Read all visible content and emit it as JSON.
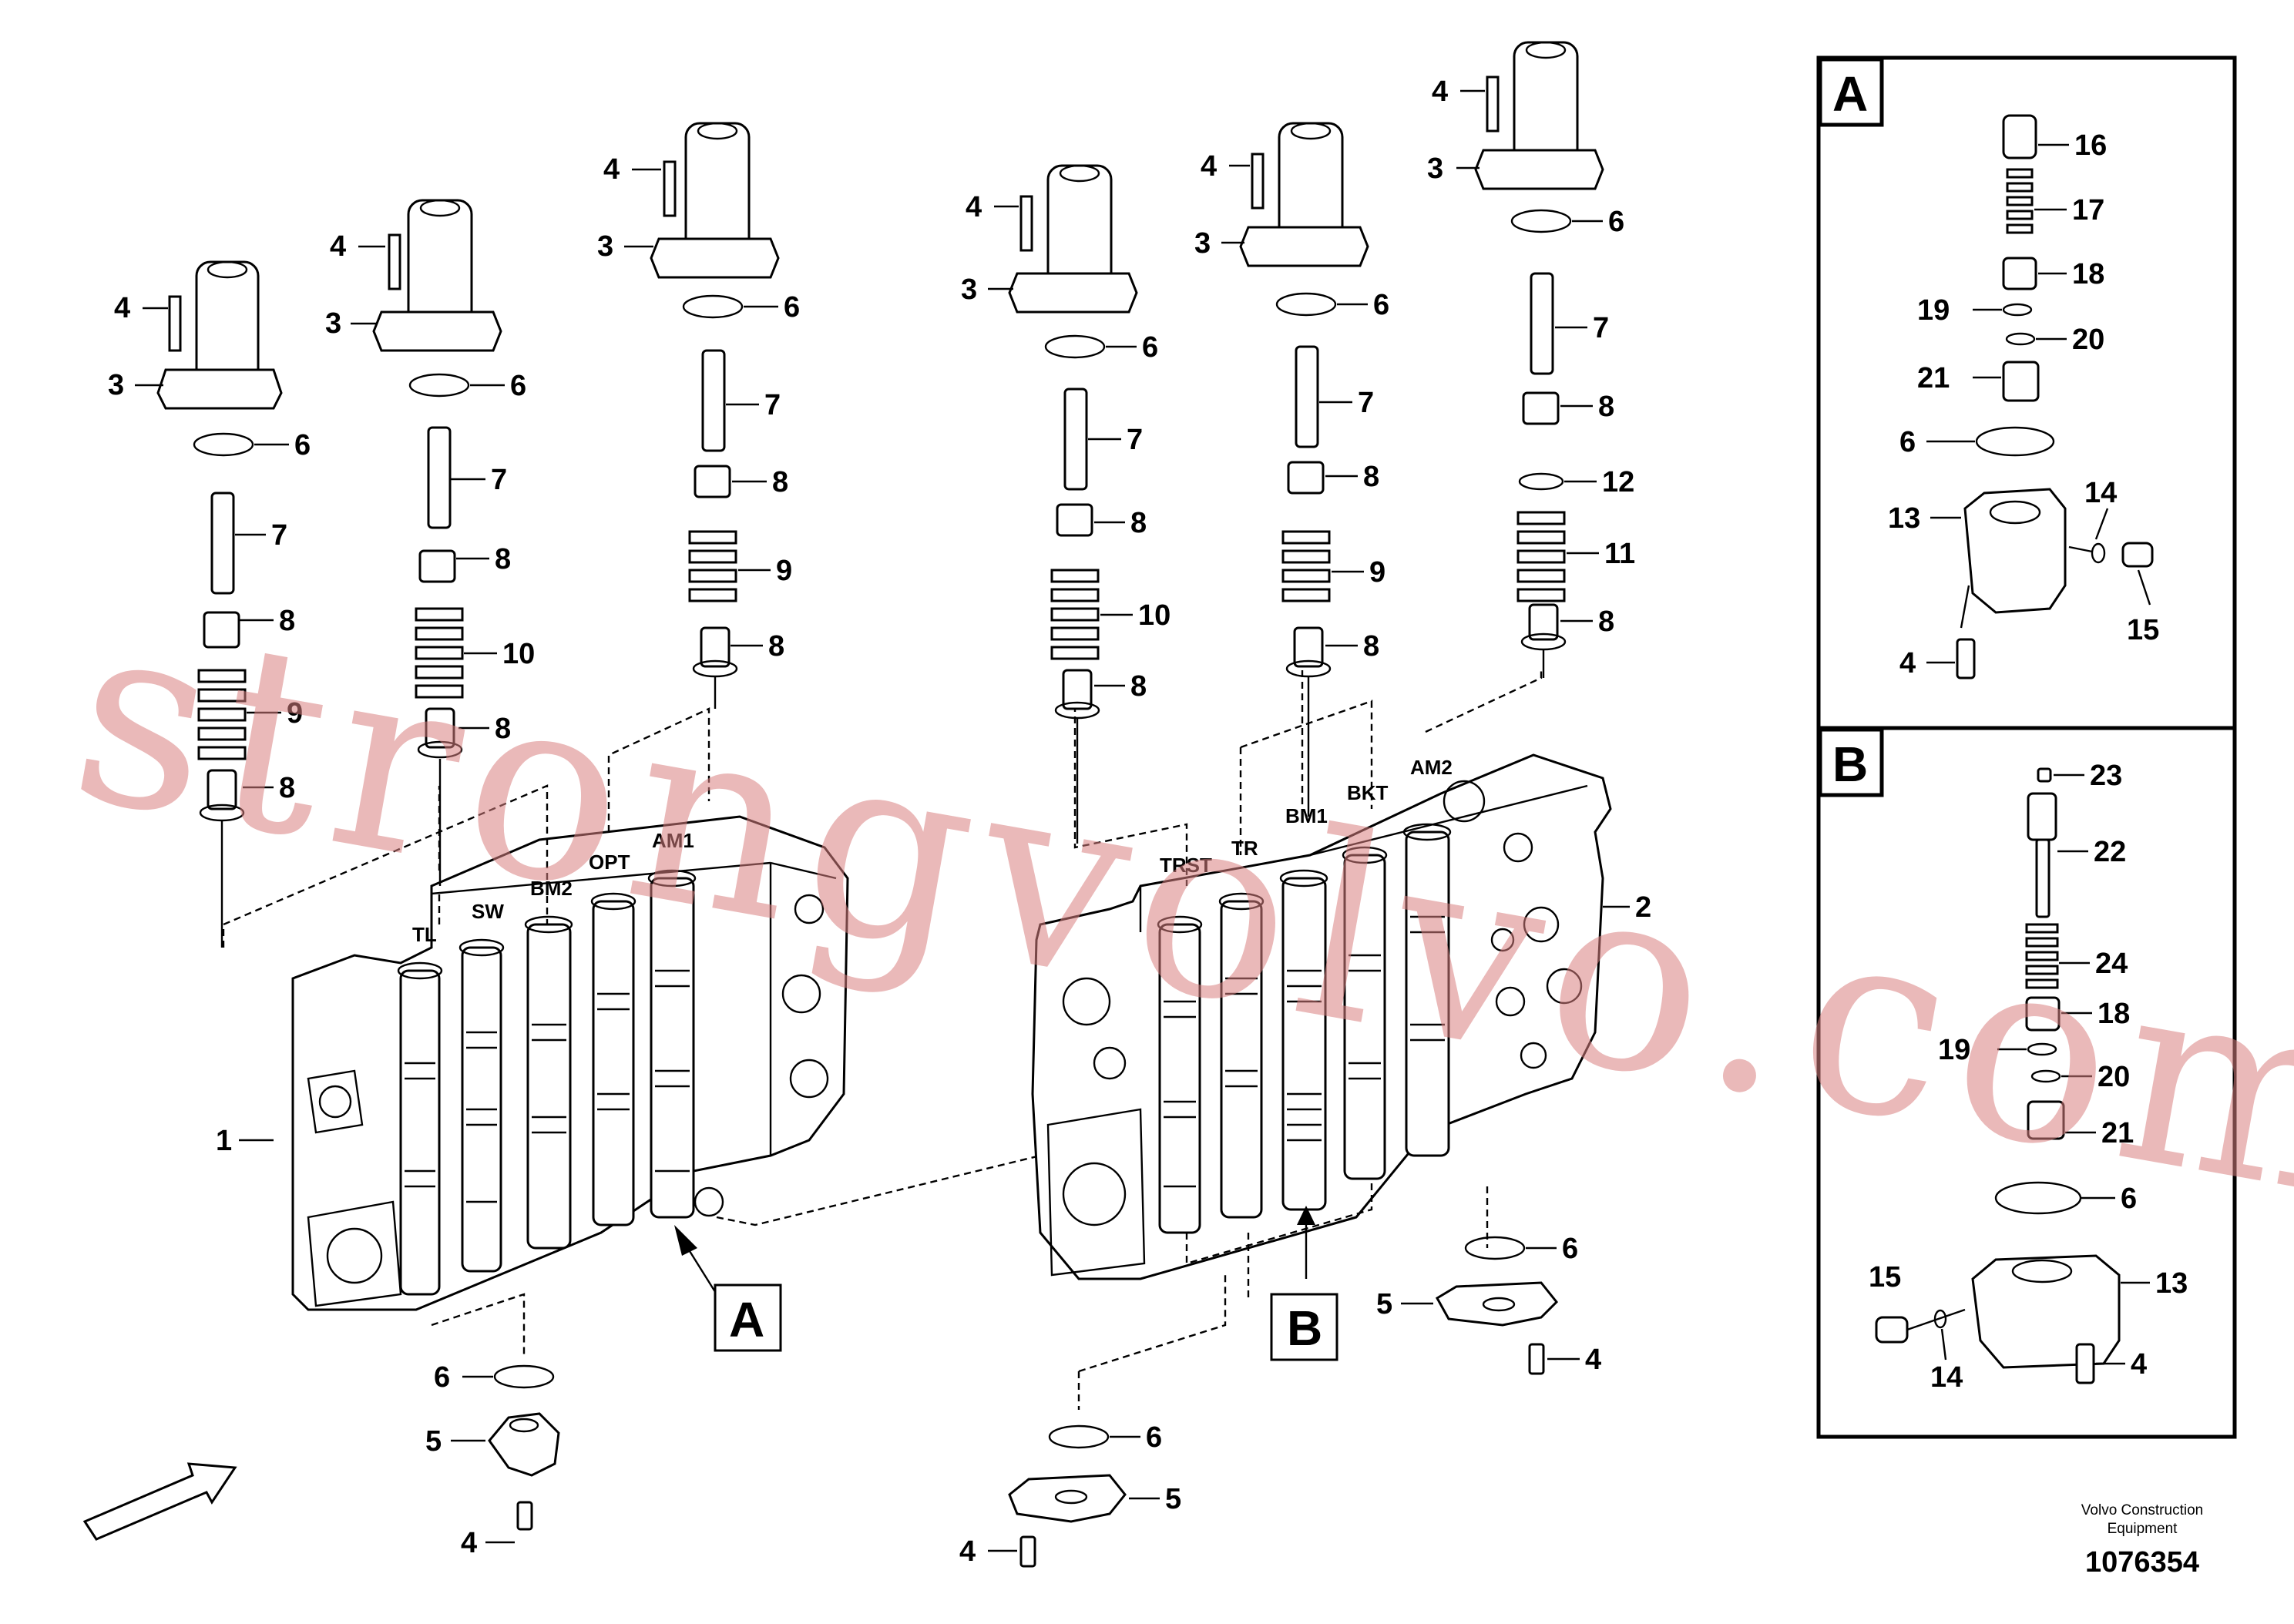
{
  "left_solenoids": [
    {
      "leader_label": "4",
      "flange_label": "3",
      "oring_label": "6",
      "spool_label": "7",
      "seat_label": "8",
      "spring_label": "9",
      "base_label": "8"
    },
    {
      "leader_label": "4",
      "flange_label": "3",
      "oring_label": "6",
      "spool_label": "7",
      "seat_label": "8",
      "spring_label": "10",
      "base_label": "8"
    },
    {
      "leader_label": "4",
      "flange_label": "3",
      "oring_label": "6",
      "spool_label": "7",
      "seat_label": "8",
      "spring_label": "9",
      "base_label": "8"
    }
  ],
  "right_solenoids": [
    {
      "leader_label": "4",
      "flange_label": "3",
      "oring_label": "6",
      "spool_label": "7",
      "seat_label": "8",
      "spring_label": "10",
      "base_label": "8"
    },
    {
      "leader_label": "4",
      "flange_label": "3",
      "oring_label": "6",
      "spool_label": "7",
      "seat_label": "8",
      "spring_label": "9",
      "base_label": "8"
    },
    {
      "leader_label": "4",
      "flange_label": "3",
      "oring_label": "6",
      "spool_label": "7",
      "seat_label": "8",
      "spring_label": "11",
      "washer_label": "12",
      "base_label": "8"
    }
  ],
  "left_block": {
    "label": "1",
    "spool_tags": [
      "TL",
      "SW",
      "BM2",
      "OPT",
      "AM1"
    ],
    "detail_ref": "A",
    "bottom_cover": {
      "oring": "6",
      "cover": "5",
      "screw": "4"
    }
  },
  "right_block": {
    "label": "2",
    "spool_tags": [
      "TRST",
      "TR",
      "BM1",
      "BKT",
      "AM2"
    ],
    "detail_ref": "B",
    "bottom_cover_right": {
      "oring": "6",
      "cover": "5",
      "screw": "4"
    },
    "bottom_cover_left": {
      "oring": "6",
      "cover": "5",
      "screw": "4"
    }
  },
  "detail_a": {
    "letter": "A",
    "labels": {
      "cap": "16",
      "spring": "17",
      "plunger": "18",
      "ring1": "19",
      "ring2": "20",
      "sleeve": "21",
      "oring": "6",
      "body": "13",
      "seal": "14",
      "plug": "15",
      "screw": "4"
    }
  },
  "detail_b": {
    "letter": "B",
    "labels": {
      "screw_top": "23",
      "stem": "22",
      "spring": "24",
      "plunger": "18",
      "ring1": "19",
      "ring2": "20",
      "sleeve": "21",
      "oring": "6",
      "body": "13",
      "plug": "15",
      "seal": "14",
      "screw": "4"
    }
  },
  "watermark": "strongvolvo.com",
  "footer": {
    "brand_line1": "Volvo Construction",
    "brand_line2": "Equipment",
    "drawing_no": "1076354"
  }
}
